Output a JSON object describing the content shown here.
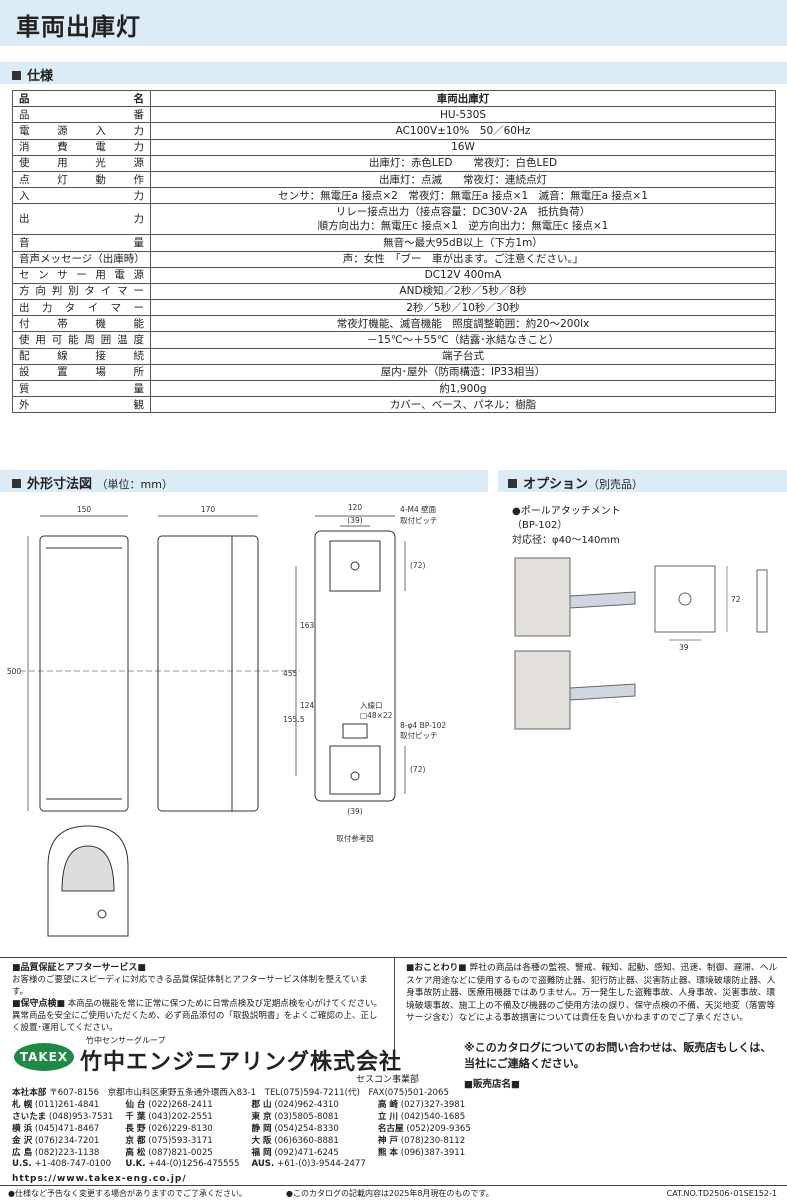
{
  "page": {
    "title": "車両出庫灯"
  },
  "spec": {
    "section_title": "仕様",
    "rows": [
      [
        "品名",
        "車両出庫灯"
      ],
      [
        "品番",
        "HU-530S"
      ],
      [
        "電源入力",
        "AC100V±10%　50／60Hz"
      ],
      [
        "消費電力",
        "16W"
      ],
      [
        "使用光源",
        "出庫灯：赤色LED　　常夜灯：白色LED"
      ],
      [
        "点灯動作",
        "出庫灯：点滅　　常夜灯：連続点灯"
      ],
      [
        "入力",
        "センサ：無電圧a 接点×2　常夜灯：無電圧a 接点×1　滅音：無電圧a 接点×1"
      ],
      [
        "出力",
        "リレー接点出力（接点容量：DC30V･2A　抵抗負荷）\n順方向出力：無電圧c 接点×1　逆方向出力：無電圧c 接点×1"
      ],
      [
        "音量",
        "無音〜最大95dB以上（下方1m）"
      ],
      [
        "音声メッセージ（出庫時）",
        "声：女性　「ブー　車が出ます。ご注意ください。」"
      ],
      [
        "センサー用電源",
        "DC12V 400mA"
      ],
      [
        "方向判別タイマー",
        "AND検知／2秒／5秒／8秒"
      ],
      [
        "出力タイマー",
        "2秒／5秒／10秒／30秒"
      ],
      [
        "付帯機能",
        "常夜灯機能、滅音機能　照度調整範囲：約20〜200lx"
      ],
      [
        "使用可能周囲温度",
        "－15℃〜＋55℃（結露･氷結なきこと）"
      ],
      [
        "配線接続",
        "端子台式"
      ],
      [
        "設置場所",
        "屋内･屋外（防雨構造：IP33相当）"
      ],
      [
        "質量",
        "約1,900g"
      ],
      [
        "外観",
        "カバー、ベース、パネル：樹脂"
      ]
    ]
  },
  "dims": {
    "section_title": "外形寸法図",
    "unit_note": "（単位：mm）",
    "front_width": "150",
    "side_width": "170",
    "height": "500",
    "rear_width": "120",
    "pitch": "(39)",
    "pitch_bottom": "(39)",
    "wall_note_1": "4-M4 壁面",
    "wall_note_2": "取付ピッチ",
    "d72_top": "(72)",
    "d72_bottom": "(72)",
    "d163": "163",
    "d455": "455",
    "d155": "155.5",
    "d124": "124",
    "inlet_1": "入線口",
    "inlet_2": "□48×22",
    "bp_1": "8-φ4 BP-102",
    "bp_2": "取付ピッチ",
    "caption": "取付参考図"
  },
  "option": {
    "section_title": "オプション",
    "sub": "（別売品）",
    "item": "●ポールアタッチメント",
    "model": "（BP-102）",
    "diameter": "対応径：φ40〜140mm",
    "dim_72": "72",
    "dim_39": "39"
  },
  "qa": {
    "heading": "■品質保証とアフターサービス■",
    "text1": "お客様のご要望にスピーディに対応できる品質保証体制とアフターサービス体制を整えています。",
    "heading2": "■保守点検■",
    "text2": "本商品の機能を常に正常に保つために日常点検及び定期点検を心がけてください。",
    "text3": "異常商品を安全にご使用いただくため、必ず商品添付の「取扱説明書」をよくご確認の上、正しく設置･運用してください。"
  },
  "warning": {
    "heading": "■おことわり■",
    "text": "弊社の商品は各種の監視、警戒、報知、起動、感知、迅速、制御、遅滞、ヘルスケア用途などに使用するもので盗難防止器、犯行防止器、災害防止器、環境破壊防止器、人身事故防止器、医療用機器ではありません。万一発生した盗難事故、人身事故、災害事故、環境破壊事故、施工上の不備及び機器のご使用方法の誤り、保守点検の不備、天災地変（落雷等サージ含む）などによる事故損害については責任を負いかねますのでご了承ください。"
  },
  "company": {
    "logo": "TAKEX",
    "group": "竹中センサーグループ",
    "name": "竹中エンジニアリング株式会社",
    "division": "セスコン事業部",
    "inquiry": "※このカタログについてのお問い合わせは、販売店もしくは、当社にご連絡ください。",
    "dealer": "■販売店名■",
    "offices": [
      [
        [
          "本社本部",
          "〒607-8156　京都市山科区東野五条通外環西入83-1　TEL(075)594-7211(代)　FAX(075)501-2065"
        ]
      ],
      [
        [
          "札 幌",
          "(011)261-4841"
        ],
        [
          "仙 台",
          "(022)268-2411"
        ],
        [
          "郡 山",
          "(024)962-4310"
        ],
        [
          "高 崎",
          "(027)327-3981"
        ]
      ],
      [
        [
          "さいたま",
          "(048)953-7531"
        ],
        [
          "千 葉",
          "(043)202-2551"
        ],
        [
          "東 京",
          "(03)5805-8081"
        ],
        [
          "立 川",
          "(042)540-1685"
        ]
      ],
      [
        [
          "横 浜",
          "(045)471-8467"
        ],
        [
          "長 野",
          "(026)229-8130"
        ],
        [
          "静 岡",
          "(054)254-8330"
        ],
        [
          "名古屋",
          "(052)209-9365"
        ]
      ],
      [
        [
          "金 沢",
          "(076)234-7201"
        ],
        [
          "京 都",
          "(075)593-3171"
        ],
        [
          "大 阪",
          "(06)6360-8881"
        ],
        [
          "神 戸",
          "(078)230-8112"
        ]
      ],
      [
        [
          "広 島",
          "(082)223-1138"
        ],
        [
          "高 松",
          "(087)821-0025"
        ],
        [
          "福 岡",
          "(092)471-6245"
        ],
        [
          "熊 本",
          "(096)387-3911"
        ]
      ],
      [
        [
          "U.S.",
          "+1-408-747-0100"
        ],
        [
          "U.K.",
          "+44-(0)1256-475555"
        ],
        [
          "AUS.",
          "+61-(0)3-9544-2477"
        ],
        [
          "",
          ""
        ]
      ]
    ],
    "url": "https://www.takex-eng.co.jp/"
  },
  "footer": {
    "left": "●仕様など予告なく変更する場合がありますのでご了承ください。",
    "mid": "●このカタログの記載内容は2025年8月現在のものです。",
    "right": "CAT.NO.TD2506･01SE152-1"
  }
}
